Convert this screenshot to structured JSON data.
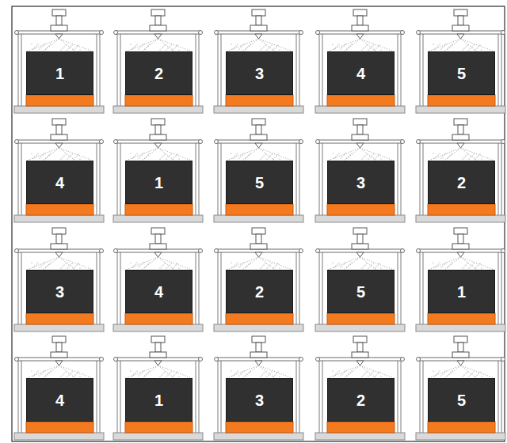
{
  "diagram": {
    "nodes": [
      {
        "text": [
          "1"
        ]
      },
      {
        "text": [
          "2"
        ]
      },
      {
        "text": [
          "3"
        ]
      },
      {
        "text": [
          "4"
        ]
      },
      {
        "text": [
          "5"
        ]
      },
      {
        "text": [
          "4"
        ]
      },
      {
        "text": [
          "1"
        ]
      },
      {
        "text": [
          "5"
        ]
      },
      {
        "text": [
          "3"
        ]
      },
      {
        "text": [
          "2"
        ]
      },
      {
        "text": [
          "3"
        ]
      },
      {
        "text": [
          "4"
        ]
      },
      {
        "text": [
          "2"
        ]
      },
      {
        "text": [
          "5"
        ]
      },
      {
        "text": [
          "1"
        ]
      },
      {
        "text": [
          "4"
        ]
      },
      {
        "text": [
          "1"
        ]
      },
      {
        "text": [
          "3"
        ]
      },
      {
        "text": [
          "2"
        ]
      },
      {
        "text": [
          "5"
        ]
      }
    ]
  }
}
